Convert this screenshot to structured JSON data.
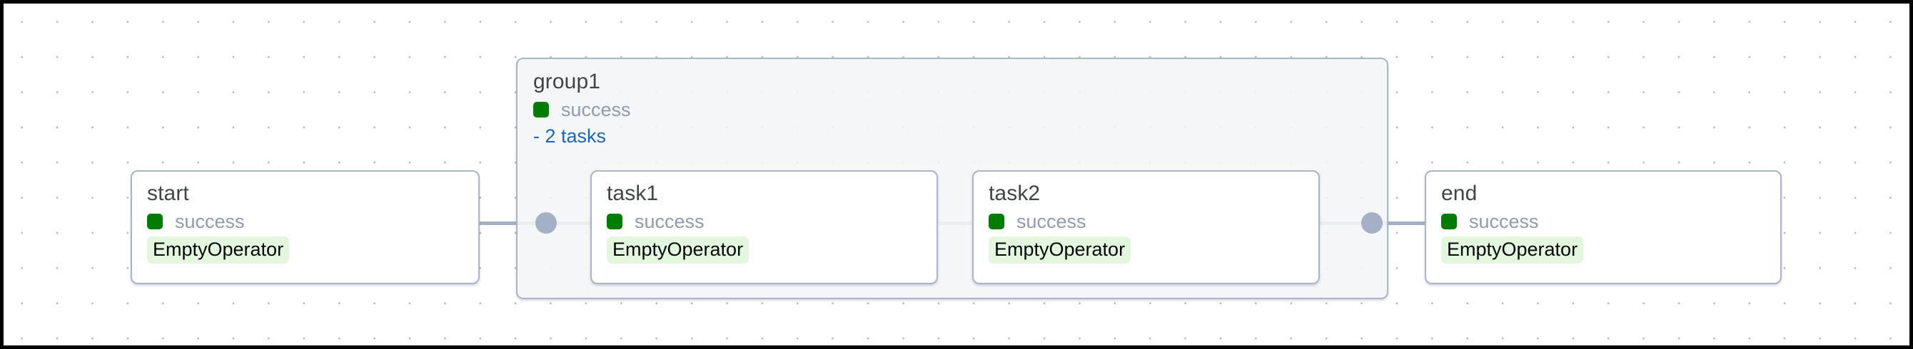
{
  "graph": {
    "type": "dag-graph",
    "colors": {
      "node_border": "#a9b6ca",
      "node_background": "#ffffff",
      "group_background": "#f4f5f6",
      "edge": "#a3b0c6",
      "status_success": "#027c02",
      "status_label": "#8e9bb3",
      "link_blue": "#1a66b8",
      "operator_badge_bg": "#e3f6de",
      "title_text": "#41454a",
      "canvas_border": "#000000",
      "grid_dot": "#b8b8c4"
    },
    "group": {
      "name": "group1",
      "status_label": "success",
      "status": "success",
      "tasks_toggle": "- 2 tasks",
      "task_count": 2
    },
    "nodes": [
      {
        "id": "start",
        "name": "start",
        "status_label": "success",
        "operator": "EmptyOperator"
      },
      {
        "id": "task1",
        "name": "task1",
        "status_label": "success",
        "operator": "EmptyOperator"
      },
      {
        "id": "task2",
        "name": "task2",
        "status_label": "success",
        "operator": "EmptyOperator"
      },
      {
        "id": "end",
        "name": "end",
        "status_label": "success",
        "operator": "EmptyOperator"
      }
    ],
    "edges": [
      {
        "from": "start",
        "to": "group1"
      },
      {
        "from": "group1",
        "to": "task1"
      },
      {
        "from": "task1",
        "to": "task2"
      },
      {
        "from": "task2",
        "to": "group1"
      },
      {
        "from": "group1",
        "to": "end"
      }
    ]
  }
}
